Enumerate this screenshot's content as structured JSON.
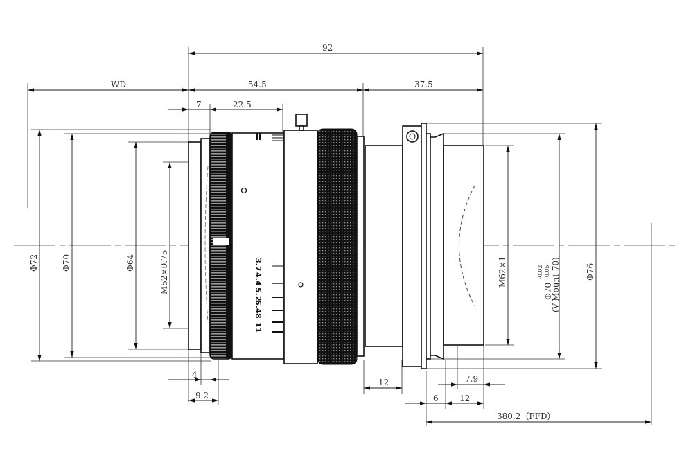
{
  "drawing": {
    "title": "Lens outline drawing",
    "dimensions": {
      "overall_length": "92",
      "working_distance": "WD",
      "front_section": "54.5",
      "rear_section": "37.5",
      "front_offset": "7",
      "focus_ring_span": "22.5",
      "front_thread_depth": "4",
      "front_ring_depth": "9.2",
      "tube_length": "12",
      "rear_step": "7.9",
      "flange_offset": "6",
      "rear_tube": "12",
      "ffd": "380.2（FFD）"
    },
    "diameters_left": {
      "d72": "Φ72",
      "d70": "Φ70",
      "d64": "Φ64",
      "filter_thread": "M52×0.75"
    },
    "diameters_right": {
      "rear_thread": "M62×1",
      "mount": "Φ70",
      "mount_tol_upper": "-0.02",
      "mount_tol_lower": "-0.05",
      "mount_name": "(V-Mount 70)",
      "d76": "Φ76"
    },
    "aperture_scale": [
      "3.7",
      "4.4",
      "5.2",
      "6.4",
      "8",
      "11"
    ]
  }
}
